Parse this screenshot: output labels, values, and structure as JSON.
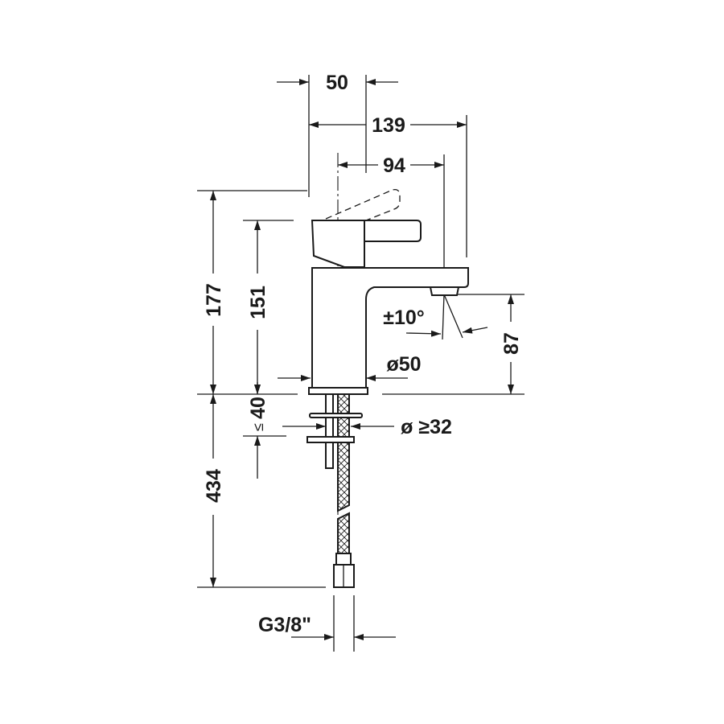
{
  "dimensions": {
    "spout_top_offset": "50",
    "total_depth": "139",
    "spout_reach": "94",
    "total_height": "177",
    "body_height": "151",
    "outlet_height": "87",
    "spray_angle": "±10°",
    "body_diameter": "ø50",
    "max_deck_thickness": "40",
    "max_deck_symbol": "≤",
    "hole_diameter": "ø ≥32",
    "hose_length": "434",
    "connection_thread": "G3/8\""
  },
  "colors": {
    "line": "#1a1a1a",
    "background": "#ffffff"
  }
}
